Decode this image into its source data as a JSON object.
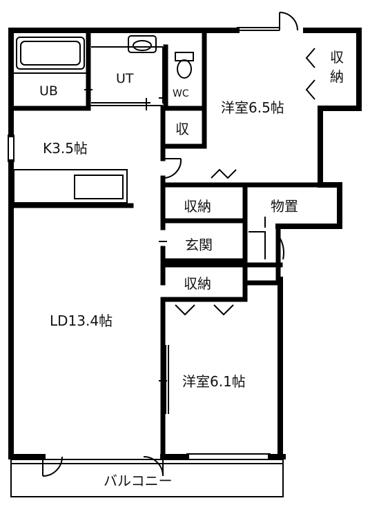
{
  "floorplan": {
    "rooms": {
      "ub": "UB",
      "ut": "UT",
      "wc": "WC",
      "kitchen": "K3.5帖",
      "ld": "LD13.4帖",
      "western_room_a": "洋室6.5帖",
      "western_room_b": "洋室6.1帖",
      "storage_a": "収納",
      "storage_b": "収納",
      "storage_c": "収納",
      "storage_small": "収",
      "store_room": "物置",
      "entrance": "玄関",
      "balcony": "バルコニー"
    }
  }
}
